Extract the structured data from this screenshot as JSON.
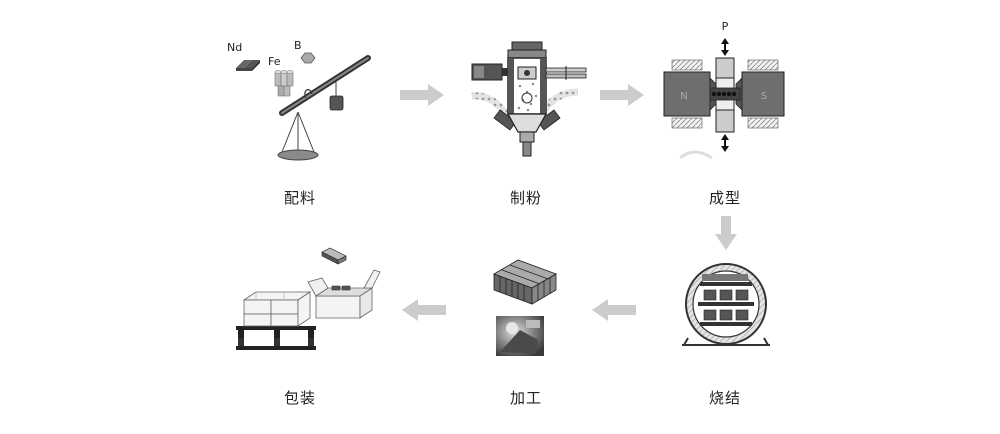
{
  "steps": [
    {
      "label": "配料"
    },
    {
      "label": "制粉"
    },
    {
      "label": "成型"
    },
    {
      "label": "烧结"
    },
    {
      "label": "加工"
    },
    {
      "label": "包装"
    }
  ],
  "batching": {
    "elements": [
      "Nd",
      "Fe",
      "B"
    ]
  },
  "pressing": {
    "pressure": "P",
    "poles": [
      "N",
      "S"
    ]
  },
  "colors": {
    "arrow": "#cccccc",
    "machine": "#6e6e6e",
    "outline": "#333333"
  }
}
